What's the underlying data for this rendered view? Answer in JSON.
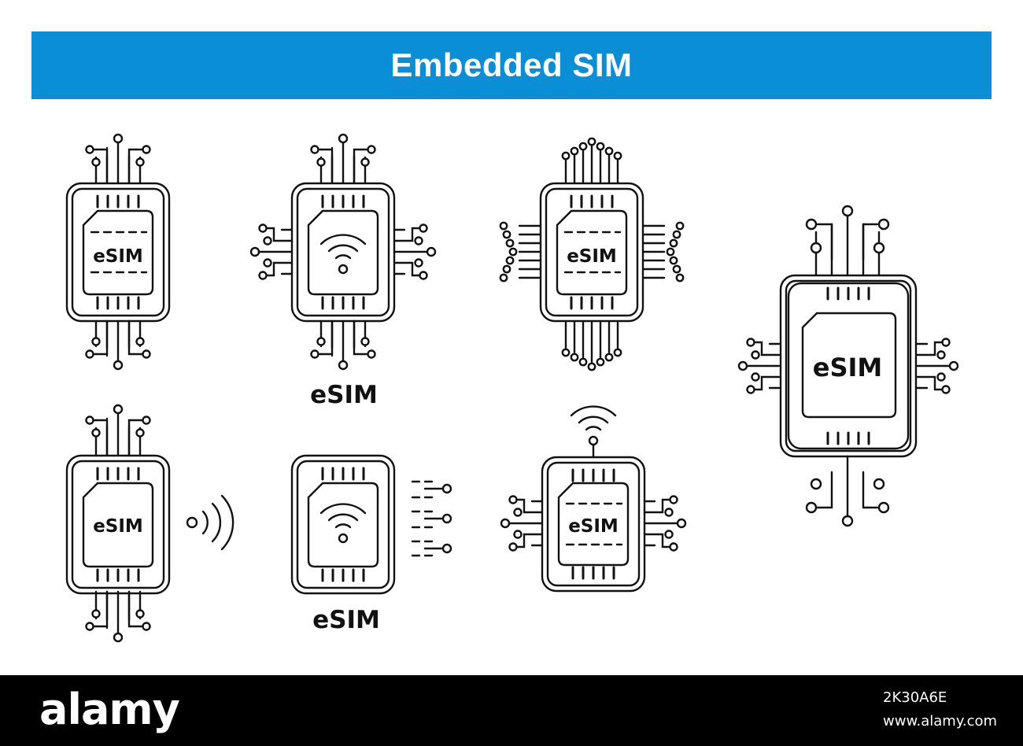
{
  "banner": {
    "title": "Embedded SIM",
    "background": "#0a8ed6"
  },
  "chip_label": "eSIM",
  "captions": {
    "wifi_chip": "eSIM",
    "lines_chip": "eSIM"
  },
  "footer": {
    "logo": "alamy",
    "image_id": "2K30A6E",
    "url": "www.alamy.com"
  },
  "colors": {
    "stroke": "#111111",
    "background": "#ffffff",
    "footer": "#000000"
  },
  "icons": [
    "esim-chip-icon",
    "wifi-chip-icon",
    "esim-chip-dense-circuit-icon",
    "esim-chip-large-icon",
    "esim-chip-nfc-icon",
    "wifi-chip-lines-icon",
    "esim-chip-wifi-signal-icon"
  ]
}
